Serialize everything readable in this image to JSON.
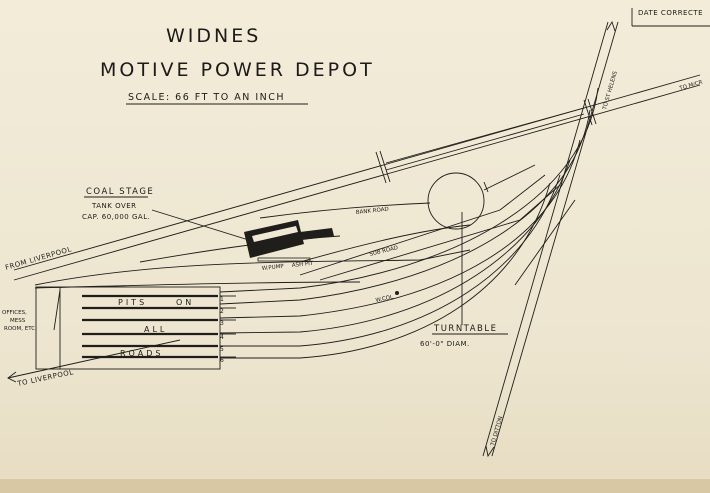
{
  "diagram": {
    "title_line1": "WIDNES",
    "title_line2": "MOTIVE POWER DEPOT",
    "scale": "SCALE: 66 FT TO AN INCH",
    "date_corrected": "DATE CORRECTE",
    "coal_stage": {
      "heading": "COAL STAGE",
      "tank": "TANK OVER",
      "capacity": "CAP. 60,000 GAL."
    },
    "turntable": {
      "heading": "TURNTABLE",
      "diameter": "60'-0\" DIAM."
    },
    "roads": {
      "bank_road": "BANK ROAD",
      "sub_road": "SUB ROAD",
      "w_col": "W.COL",
      "w_pump": "W.PUMP",
      "ash_pit": "ASH PIT"
    },
    "directions": {
      "from_liverpool": "FROM LIVERPOOL",
      "to_liverpool": "TO LIVERPOOL",
      "to_top": "TO ST HELENS",
      "to_right": "TO M/CR",
      "to_bottom": "TO DITTON"
    },
    "shed": {
      "offices": [
        "OFFICES,",
        "MESS",
        "ROOM, ETC."
      ],
      "pit_text": [
        "PITS",
        "ON",
        "ALL",
        "ROADS"
      ],
      "road_numbers": [
        "1",
        "2",
        "3",
        "4",
        "5",
        "6"
      ]
    }
  }
}
